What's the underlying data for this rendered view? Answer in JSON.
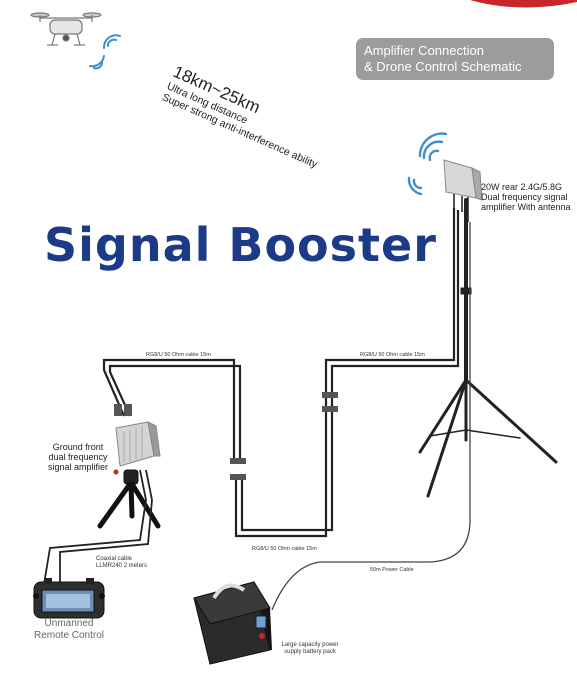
{
  "header": {
    "badge_line1": "Amplifier Connection",
    "badge_line2": "& Drone Control Schematic"
  },
  "range": {
    "distance": "18km~25km",
    "line1": "Ultra long distance",
    "line2": "Super strong anti-interference ability"
  },
  "title": "Signal Booster",
  "rear_amplifier": {
    "line1": "20W rear 2.4G/5.8G",
    "line2": "Dual frequency signal",
    "line3": "amplifier With antenna"
  },
  "front_amplifier": {
    "line1": "Ground front",
    "line2": "dual frequency",
    "line3": "signal amplifier"
  },
  "cables": {
    "top_left": "RG8/U 50 Ohm cable 15m",
    "top_right": "RG8/U 50 Ohm cable 15m",
    "bottom": "RG8/U 50 Ohm cable 15m",
    "coaxial_line1": "Coaxial cable",
    "coaxial_line2": "LLMR240 2 meters",
    "power": "50m Power Cable"
  },
  "battery": {
    "line1": "Large capacity power",
    "line2": "supply battery pack"
  },
  "remote": {
    "line1": "Unmanned",
    "line2": "Remote Control"
  },
  "colors": {
    "title": "#1c3a86",
    "badge": "#9c9c9c",
    "signal_waves": "#3b8fd0",
    "accent_corner": "#c8262b"
  }
}
